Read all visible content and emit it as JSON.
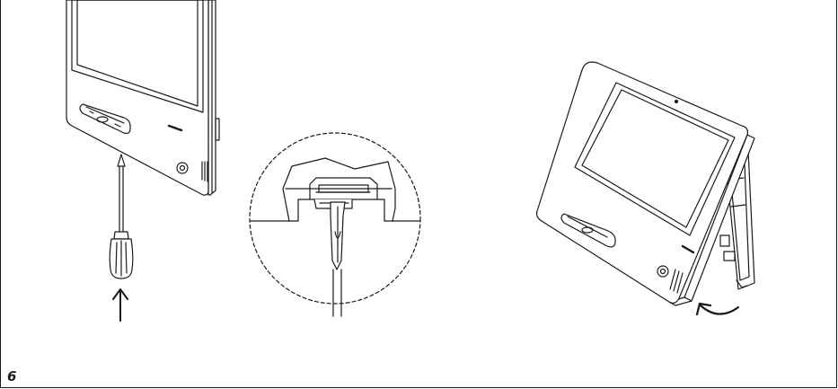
{
  "figure": {
    "number_label": "6",
    "panels": [
      {
        "name": "unscrew-step",
        "depicts": [
          "intercom-monitor",
          "screwdriver",
          "push-up-arrow"
        ]
      },
      {
        "name": "detail-zoom",
        "depicts": [
          "wall-bracket-clip",
          "screwdriver-tip"
        ]
      },
      {
        "name": "tilt-remove-step",
        "depicts": [
          "intercom-monitor",
          "wall-bracket",
          "rotate-arrow"
        ]
      }
    ]
  },
  "colors": {
    "stroke": "#1a1a1a",
    "fill": "#ffffff",
    "screen": "#ffffff"
  }
}
